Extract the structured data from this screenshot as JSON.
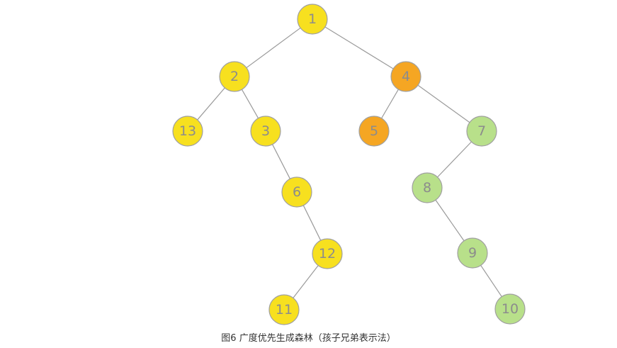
{
  "caption": "图6 广度优先生成森林（孩子兄弟表示法）",
  "colors": {
    "yellow": "#f7e01f",
    "orange": "#f5a623",
    "green": "#b8e08a",
    "edge": "#9a9a9a",
    "label": "#8c8c8c"
  },
  "nodes": [
    {
      "id": "1",
      "label": "1",
      "color": "yellow"
    },
    {
      "id": "2",
      "label": "2",
      "color": "yellow"
    },
    {
      "id": "4",
      "label": "4",
      "color": "orange"
    },
    {
      "id": "13",
      "label": "13",
      "color": "yellow"
    },
    {
      "id": "3",
      "label": "3",
      "color": "yellow"
    },
    {
      "id": "5",
      "label": "5",
      "color": "orange"
    },
    {
      "id": "7",
      "label": "7",
      "color": "green"
    },
    {
      "id": "6",
      "label": "6",
      "color": "yellow"
    },
    {
      "id": "8",
      "label": "8",
      "color": "green"
    },
    {
      "id": "12",
      "label": "12",
      "color": "yellow"
    },
    {
      "id": "9",
      "label": "9",
      "color": "green"
    },
    {
      "id": "11",
      "label": "11",
      "color": "yellow"
    },
    {
      "id": "10",
      "label": "10",
      "color": "green"
    }
  ],
  "edges": [
    {
      "from": "1",
      "to": "2"
    },
    {
      "from": "1",
      "to": "4"
    },
    {
      "from": "2",
      "to": "13"
    },
    {
      "from": "2",
      "to": "3"
    },
    {
      "from": "4",
      "to": "5"
    },
    {
      "from": "4",
      "to": "7"
    },
    {
      "from": "3",
      "to": "6"
    },
    {
      "from": "7",
      "to": "8"
    },
    {
      "from": "6",
      "to": "12"
    },
    {
      "from": "8",
      "to": "9"
    },
    {
      "from": "12",
      "to": "11"
    },
    {
      "from": "9",
      "to": "10"
    }
  ]
}
